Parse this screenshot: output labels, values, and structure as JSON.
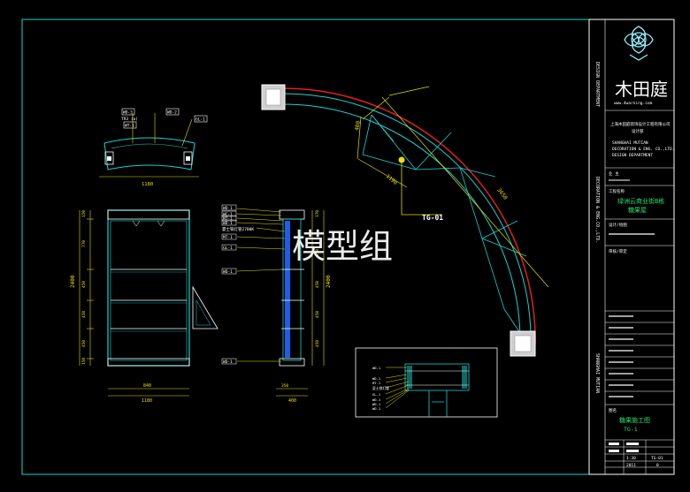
{
  "watermark": "模型组",
  "colors": {
    "background": "#000000",
    "drawing_line": "#19d3d3",
    "frame_line": "#ffffff",
    "dimension": "#e8e000",
    "arc_red": "#e02020",
    "blue_fill": "#1c5fe6",
    "green_text": "#27e06c",
    "logo_cyan": "#8ff0ff"
  },
  "plan_view": {
    "tag": "TG-01",
    "dims": [
      "400",
      "1190",
      "3650"
    ]
  },
  "small_plan": {
    "dim": "1180",
    "labels": [
      "WD-3",
      "TR3 (a)",
      "WT-1",
      "WD-2",
      "GL-1"
    ]
  },
  "front_elevation": {
    "width_dims": [
      "840",
      "1180"
    ],
    "height_total": "2400",
    "height_dims": [
      "150",
      "770",
      "450",
      "450",
      "450",
      "150"
    ],
    "shelf_labels": [
      "WD-1",
      "WD-1"
    ]
  },
  "section": {
    "width_dims": [
      "350",
      "400"
    ],
    "height_total": "2400",
    "height_dims": [
      "170",
      "450",
      "450",
      "450",
      "450"
    ],
    "callouts": [
      "WD-1",
      "WC-1",
      "MT-1",
      "WD-1",
      "夏士铁灯管2700K",
      "MT-1",
      "GL-1",
      "WD-1",
      "WD-1"
    ]
  },
  "detail_box": {
    "callouts": [
      "WD-1",
      "WD-1",
      "MT-1",
      "夏士铁灯管",
      "GL-1",
      "WD-1",
      "WD-1",
      "WD-1"
    ]
  },
  "title_block": {
    "logo_text": "木田庭",
    "logo_url": "www.4warning.com",
    "company_cn": "上海木田庭装饰设计工程有限公司",
    "company_sub": "设计部",
    "company_en": [
      "SHANGHAI MUTIAN",
      "DECORATION & ENG. CO.,LTD.",
      "DESIGN DEPARTMENT"
    ],
    "side_text_1": "DESIGN DEPARTMENT",
    "side_text_2": "DECORATION & ENG.CO.,LTD.",
    "side_text_3": "SHANGHAI MUTIAN",
    "row_owner_label": "业 主",
    "row_project_label": "工程名称",
    "project_name": [
      "绿洲云商业街B栋",
      "糖果屋"
    ],
    "row_design_label": "设计/绘图",
    "row_check_label": "审核/审定",
    "drawing_title_label": "图名",
    "drawing_title": "糖果施工图",
    "drawing_code": "TG-1",
    "scale": "1:30",
    "date": "2011",
    "sheet": "TG-01",
    "rev": "0"
  }
}
